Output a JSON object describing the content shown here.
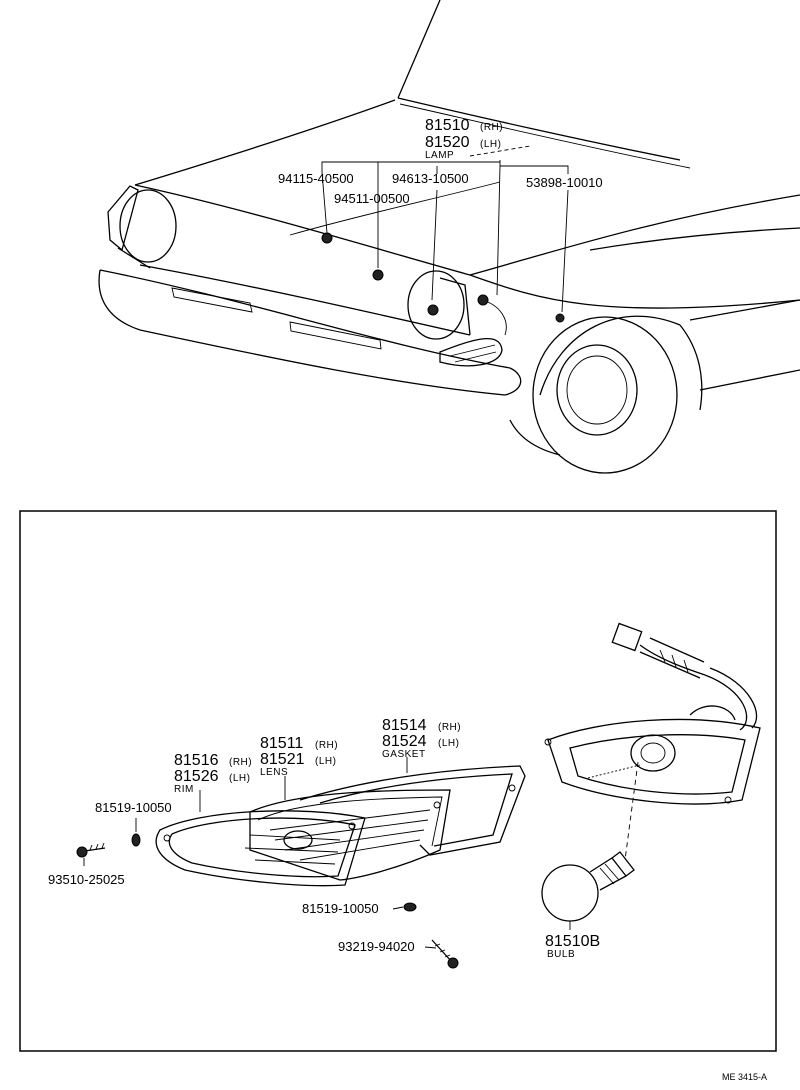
{
  "top_view": {
    "lamp": {
      "pn_rh": "81510",
      "rh": "(RH)",
      "pn_lh": "81520",
      "lh": "(LH)",
      "name": "LAMP"
    },
    "parts": [
      "94115-40500",
      "94613-10500",
      "94511-00500",
      "53898-10010"
    ]
  },
  "exploded_view": {
    "gasket": {
      "pn_rh": "81514",
      "rh": "(RH)",
      "pn_lh": "81524",
      "lh": "(LH)",
      "name": "GASKET"
    },
    "lens": {
      "pn_rh": "81511",
      "rh": "(RH)",
      "pn_lh": "81521",
      "lh": "(LH)",
      "name": "LENS"
    },
    "rim": {
      "pn_rh": "81516",
      "rh": "(RH)",
      "pn_lh": "81526",
      "lh": "(LH)",
      "name": "RIM"
    },
    "nut_a": "81519-10050",
    "screw_a": "93510-25025",
    "nut_b": "81519-10050",
    "screw_b": "93219-94020",
    "bulb": {
      "pn": "81510B",
      "name": "BULB"
    }
  },
  "footer_code": "ME 3415-A"
}
